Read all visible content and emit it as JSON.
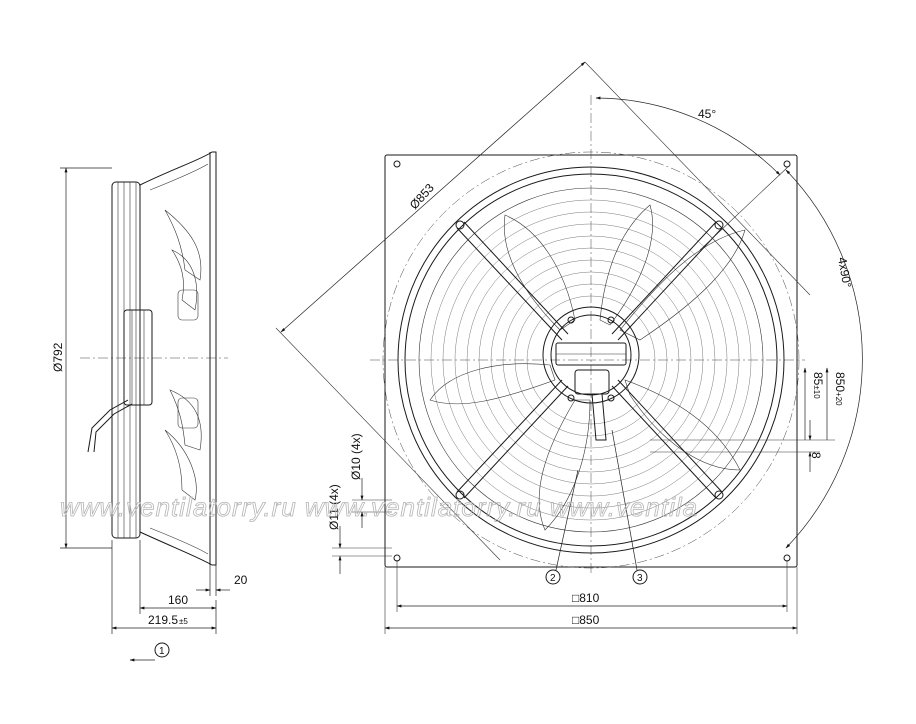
{
  "dimensions": {
    "left_view_diameter": "Ø792",
    "flange_thickness": "20",
    "depth_160": "160",
    "depth_total": "219.5",
    "depth_total_tolerance": "±5",
    "circle_diameter": "Ø853",
    "angle_45": "45°",
    "angle_4x90": "4x90°",
    "dim_85": "85",
    "dim_85_tolerance": "±10",
    "dim_850_vertical": "850",
    "dim_850_vertical_tolerance": "+20",
    "dim_8": "8",
    "hole_10": "Ø10 (4x)",
    "hole_11": "Ø11 (4x)",
    "square_810": "□810",
    "square_850": "□850"
  },
  "callouts": {
    "c1": "1",
    "c2": "2",
    "c3": "3"
  },
  "watermark": "www.ventilatorry.ru   www.ventilatorry.ru   www.ventila"
}
